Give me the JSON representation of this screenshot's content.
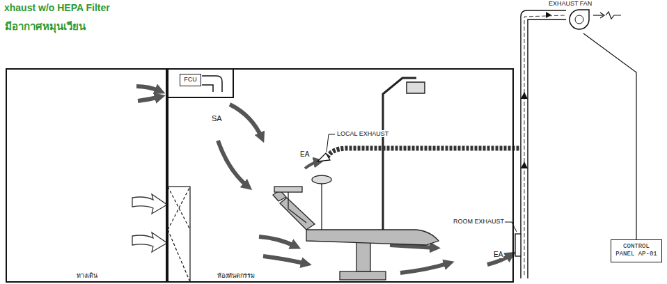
{
  "diagram": {
    "title": "xhaust w/o HEPA Filter",
    "nodes": [
      {
        "text": [
          "ทางเดิน"
        ]
      },
      {
        "text": [
          "ห้องทันตกรรม"
        ]
      },
      {
        "text": [
          "FCU"
        ],
        "in": 1
      },
      {
        "text": [
          "EXHAUST FAN"
        ]
      },
      {
        "text": [
          "CONTROL PANEL AP-01"
        ]
      }
    ],
    "edges": [
      {
        "from": 3,
        "to": 4,
        "arrow": "none"
      }
    ],
    "labels": [
      "มีอากาศหมุนเวียน",
      "SA",
      "LOCAL EXHAUST",
      "EA",
      "ROOM EXHAUST",
      "EA"
    ]
  }
}
